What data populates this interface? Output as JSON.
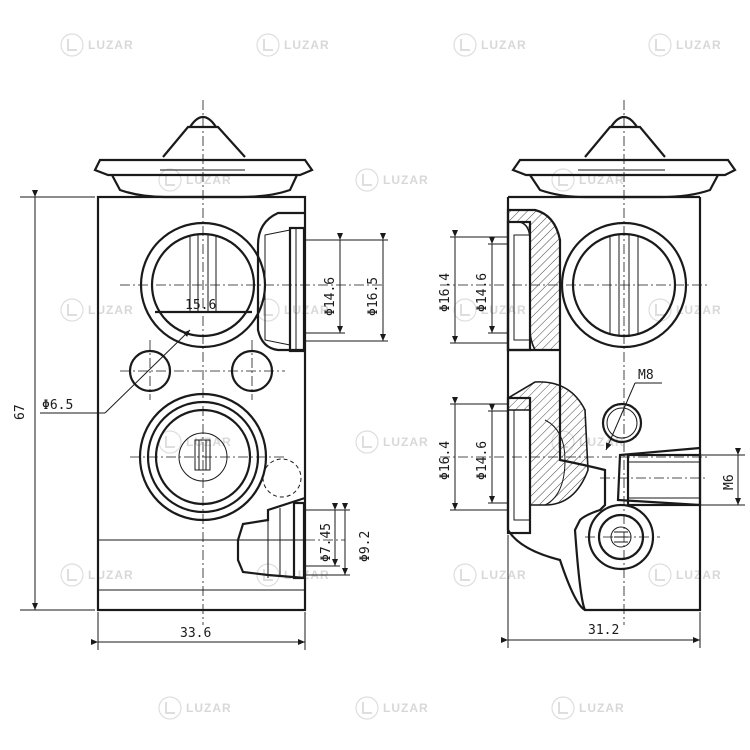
{
  "watermark": {
    "brand_text": "LUZAR"
  },
  "left_view": {
    "dims": {
      "height": "67",
      "width": "33.6",
      "port_bore_diameter": "15.6",
      "hole_diameter": "Φ6.5",
      "outlet_inner_diameter": "Φ14.6",
      "outlet_outer_diameter": "Φ16.5",
      "small_port_inner_diameter": "Φ7.45",
      "small_port_outer_diameter": "Φ9.2"
    }
  },
  "right_view": {
    "dims": {
      "width": "31.2",
      "upper_port_outer_diameter": "Φ16.4",
      "upper_port_inner_diameter": "Φ14.6",
      "lower_port_outer_diameter": "Φ16.4",
      "lower_port_inner_diameter": "Φ14.6",
      "thread_large": "M8",
      "thread_small": "M6"
    }
  }
}
